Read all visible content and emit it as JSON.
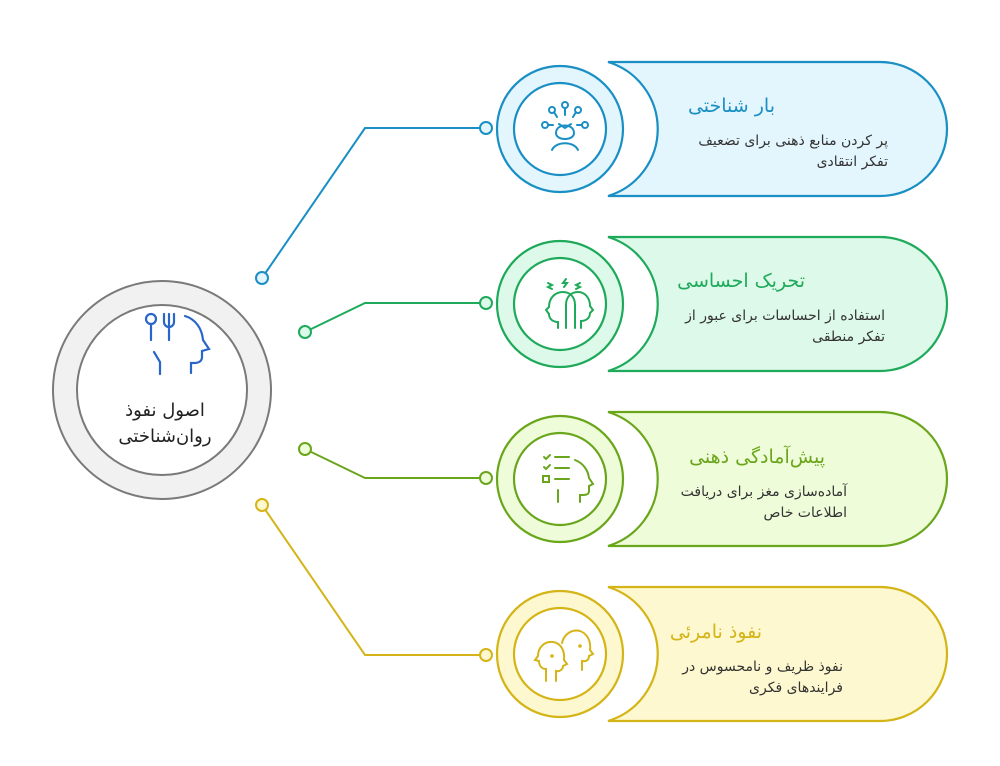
{
  "center": {
    "title_line1": "اصول نفوذ",
    "title_line2": "روان‌شناختی",
    "icon": "head-with-key-fork-icon",
    "stroke_color": "#7a7a7a",
    "ring_fill": "#f1f1f1",
    "icon_color": "#2a66c8"
  },
  "items": [
    {
      "title": "بار شناختی",
      "description_line1": "پر کردن منابع ذهنی برای تضعیف",
      "description_line2": "تفکر انتقادی",
      "icon": "network-person-icon",
      "stroke": "#1a8fc4",
      "fill": "#e3f5fd",
      "title_color": "#1a8fc4"
    },
    {
      "title": "تحریک احساسی",
      "description_line1": "استفاده از احساسات برای عبور از",
      "description_line2": "تفکر منطقی",
      "icon": "emotional-heads-lightning-icon",
      "stroke": "#1eaa5a",
      "fill": "#ddf9ea",
      "title_color": "#1eaa5a"
    },
    {
      "title": "پیش‌آمادگی ذهنی",
      "description_line1": "آماده‌سازی مغز برای دریافت",
      "description_line2": "اطلاعات خاص",
      "icon": "checklist-head-icon",
      "stroke": "#6aa61c",
      "fill": "#effcd9",
      "title_color": "#6aa61c"
    },
    {
      "title": "نفوذ نامرئی",
      "description_line1": "نفوذ ظریف و نامحسوس در",
      "description_line2": "فرایندهای فکری",
      "icon": "two-heads-icon",
      "stroke": "#d4b416",
      "fill": "#fdf8cf",
      "title_color": "#d4b416"
    }
  ]
}
